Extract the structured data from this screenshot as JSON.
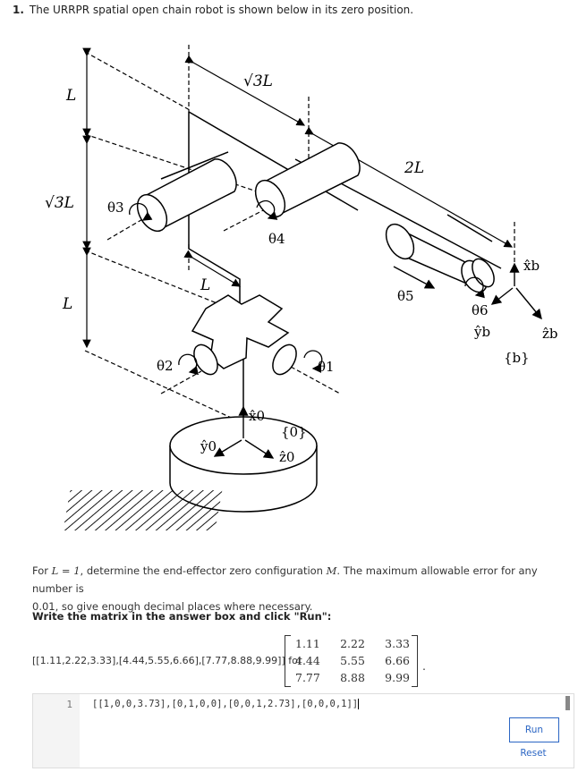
{
  "question": {
    "number": "1.",
    "text": "The URRPR spatial open chain robot is shown below in its zero position."
  },
  "figure": {
    "dim_L_top": "L",
    "dim_sqrt3L_left": "√3L",
    "dim_L_bottom": "L",
    "dim_sqrt3L_top": "√3L",
    "dim_2L": "2L",
    "dim_L_mid": "L",
    "theta1": "θ1",
    "theta2": "θ2",
    "theta3": "θ3",
    "theta4": "θ4",
    "theta5": "θ5",
    "theta6": "θ6",
    "x0": "x̂0",
    "y0": "ŷ0",
    "z0": "ẑ0",
    "frame0": "{0}",
    "xb": "x̂b",
    "yb": "ŷb",
    "zb": "ẑb",
    "frameb": "{b}"
  },
  "prompt": {
    "for": "For",
    "L_eq": "L = 1",
    "mid1": ", determine the end-effector zero configuration",
    "M": "M",
    "mid2": ". The maximum allowable error for any number is",
    "line2": "0.01, so give enough decimal places where necessary."
  },
  "instruction": "Write the matrix in the answer box and click \"Run\":",
  "example": {
    "text": "[[1.11,2.22,3.33],[4.44,5.55,6.66],[7.77,8.88,9.99]] for",
    "rows": [
      [
        "1.11",
        "2.22",
        "3.33"
      ],
      [
        "4.44",
        "5.55",
        "6.66"
      ],
      [
        "7.77",
        "8.88",
        "9.99"
      ]
    ],
    "period": "."
  },
  "editor": {
    "line_number": "1",
    "code": "[[1,0,0,3.73],[0,1,0,0],[0,0,1,2.73],[0,0,0,1]]"
  },
  "buttons": {
    "run": "Run",
    "reset": "Reset"
  }
}
